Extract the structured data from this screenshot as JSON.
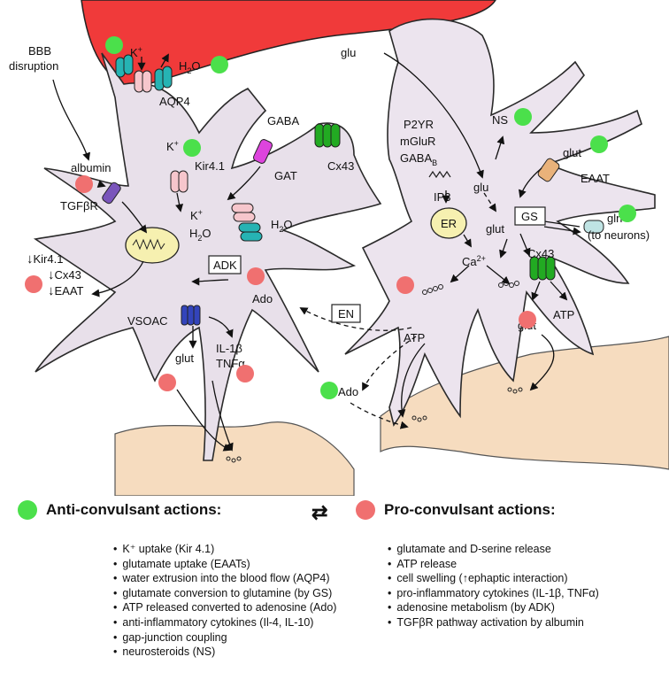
{
  "diagram": {
    "labels": {
      "bbb_line1": "BBB",
      "bbb_line2": "disruption",
      "k": "K",
      "k_sup": "+",
      "h2o_top": "H",
      "aqp4": "AQP4",
      "gaba": "GABA",
      "kir": "Kir4.1",
      "gat": "GAT",
      "cx43_top": "Cx43",
      "albumin": "albumin",
      "tgfbr": "TGFβR",
      "kir_down": "Kir4.1",
      "cx43_down": "Cx43",
      "eaat_down": "EAAT",
      "adk": "ADK",
      "ado_left": "Ado",
      "vsoac": "VSOAC",
      "glut_left": "glut",
      "il1b": "IL-1β",
      "tnfa": "TNFα",
      "glu_top": "glu",
      "p2yr": "P2YR",
      "mglur": "mGluR",
      "gaba_b": "GABA",
      "gaba_b_sub": "B",
      "ns": "NS",
      "glut_right_top": "glut",
      "eaat": "EAAT",
      "glu_mid": "glu",
      "ip3": "IP3",
      "er": "ER",
      "ca": "Ca",
      "ca_sup": "2+",
      "glut_mid": "glut",
      "gs": "GS",
      "gln": "gln",
      "to_neurons": "(to neurons)",
      "cx43_right": "Cx43",
      "en": "EN",
      "atp_left": "ATP",
      "atp_right": "ATP",
      "glut_bottom": "glut",
      "ado_bottom": "Ado"
    },
    "colors": {
      "vessel": "#f03a3a",
      "astrocyte": "#cbbccc",
      "astrocyte_outline": "#2a2a2a",
      "neuron": "#f6dcbf",
      "anti_dot": "#4be04b",
      "pro_dot": "#f07070",
      "aqp4_channel": "#26b3b3",
      "kir_channel": "#f6c6cc",
      "cx43_channel": "#22aa22",
      "gat_channel": "#dd44dd",
      "tgfbr_receptor": "#7a55bb",
      "vsoac_channel": "#3344bb",
      "eaat_channel": "#e9b27a",
      "er_fill": "#f6f0b0",
      "nucleus_fill": "#f6f0b0"
    }
  },
  "legend": {
    "anti_title": "Anti-convulsant actions:",
    "pro_title": "Pro-convulsant actions:",
    "swap_symbol": "⇄"
  },
  "anti_actions": [
    "K⁺ uptake (Kir 4.1)",
    "glutamate uptake (EAATs)",
    "water extrusion into the blood flow (AQP4)",
    "glutamate conversion to glutamine  (by GS)",
    "ATP released converted to adenosine (Ado)",
    "anti-inflammatory cytokines (Il-4, IL-10)",
    "gap-junction coupling",
    "neurosteroids (NS)"
  ],
  "pro_actions": [
    "glutamate and D-serine release",
    "ATP release",
    "cell swelling (↑ephaptic interaction)",
    "pro-inflammatory cytokines (IL-1β, TNFα)",
    "adenosine metabolism (by ADK)",
    "TGFβR pathway activation by albumin"
  ]
}
